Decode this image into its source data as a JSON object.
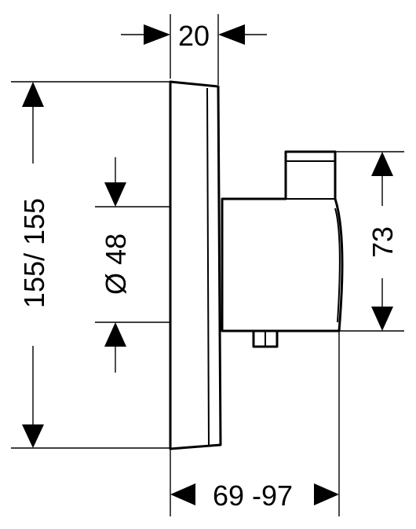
{
  "dimensions": {
    "top_width": "20",
    "left_height": "155/ 155",
    "diameter": "Ø 48",
    "right_height": "73",
    "bottom_width": "69 -97"
  }
}
